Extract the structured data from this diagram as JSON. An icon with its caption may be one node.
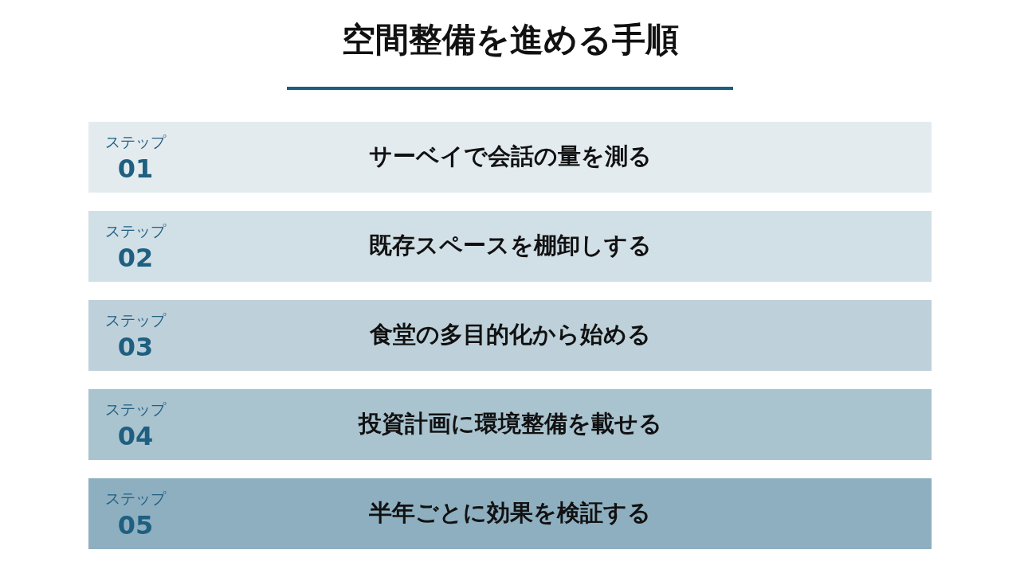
{
  "diagram": {
    "title": "空間整備を進める手順",
    "nodes": [
      {
        "text": [
          "ステップ",
          "01",
          "サーベイで会話の量を測る"
        ]
      },
      {
        "text": [
          "ステップ",
          "02",
          "既存スペースを棚卸しする"
        ]
      },
      {
        "text": [
          "ステップ",
          "03",
          "食堂の多目的化から始める"
        ]
      },
      {
        "text": [
          "ステップ",
          "04",
          "投資計画に環境整備を載せる"
        ]
      },
      {
        "text": [
          "ステップ",
          "05",
          "半年ごとに効果を検証する"
        ]
      }
    ],
    "edges": []
  }
}
